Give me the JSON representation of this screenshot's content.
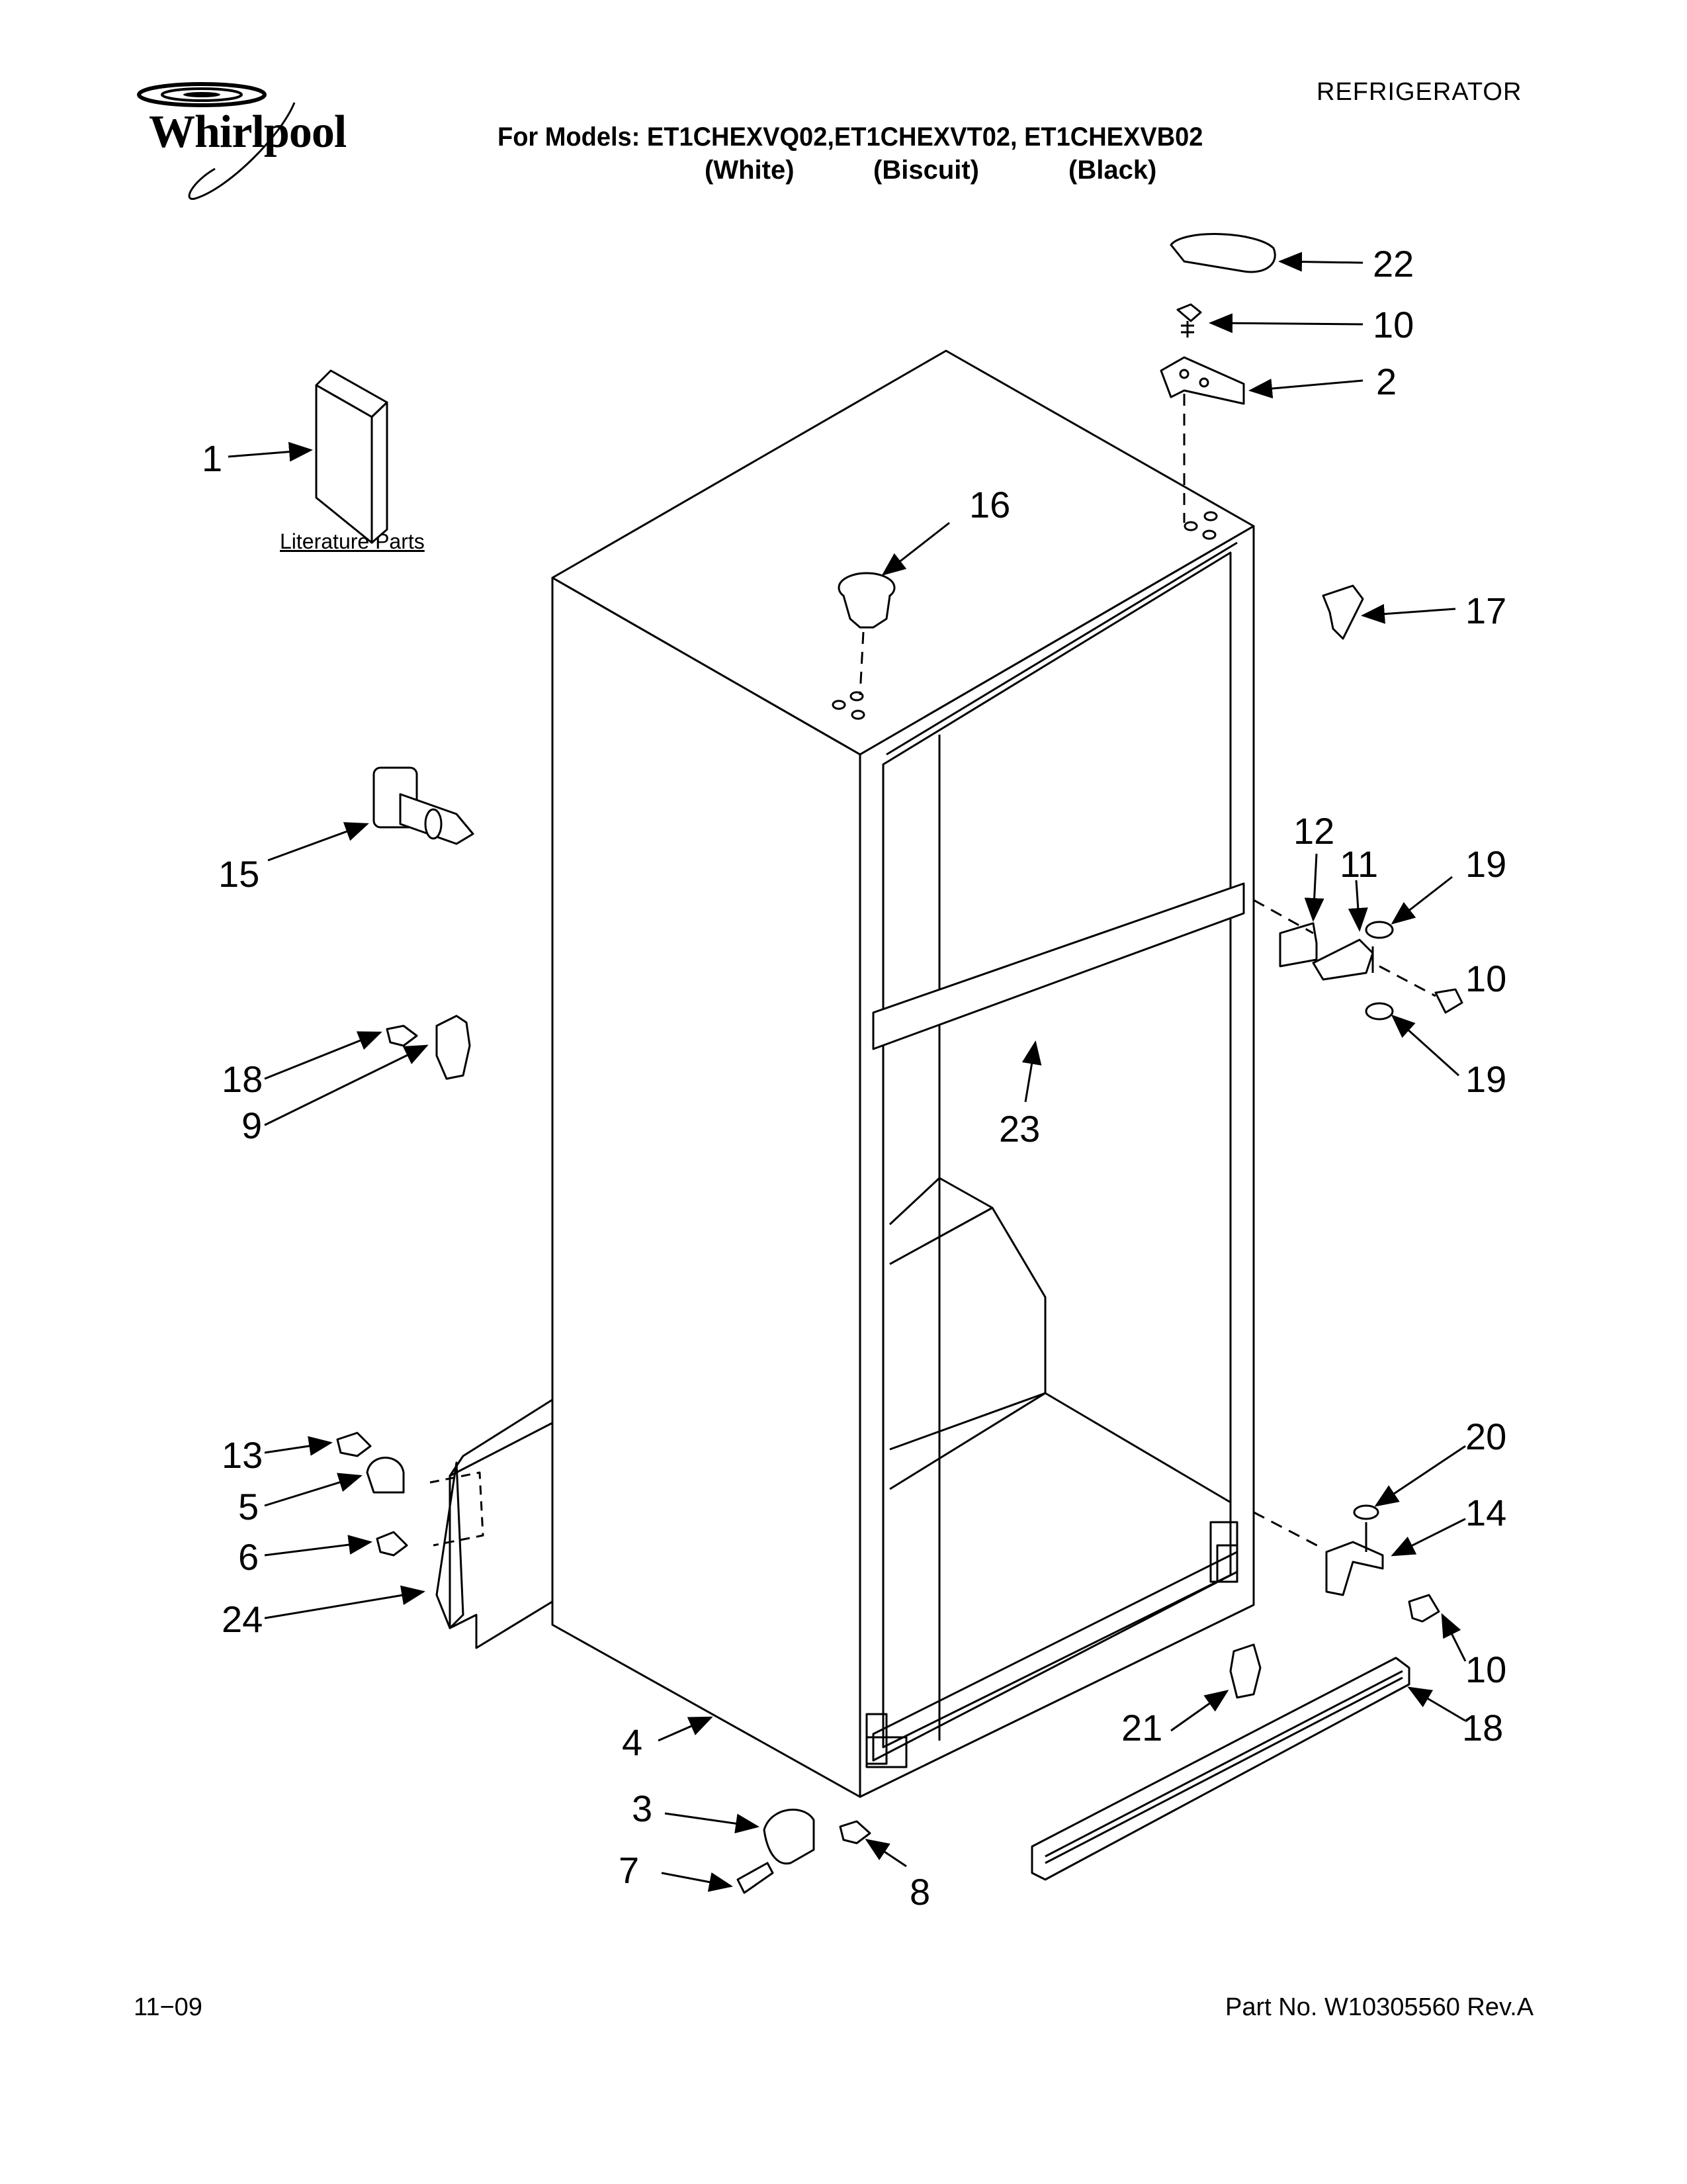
{
  "header": {
    "brand": "Whirlpool",
    "category": "REFRIGERATOR",
    "models_line": "For Models: ET1CHEXVQ02,ET1CHEXVT02, ET1CHEXVB02",
    "variants": [
      "(White)",
      "(Biscuit)",
      "(Black)"
    ]
  },
  "diagram": {
    "literature_label": "Literature Parts",
    "callouts": [
      "22",
      "10",
      "2",
      "1",
      "16",
      "17",
      "15",
      "12",
      "11",
      "19",
      "10",
      "19",
      "18",
      "9",
      "23",
      "13",
      "5",
      "6",
      "24",
      "20",
      "14",
      "10",
      "4",
      "21",
      "18",
      "3",
      "7",
      "8"
    ]
  },
  "footer": {
    "date": "11−09",
    "part_number": "Part No. W10305560 Rev.A"
  }
}
